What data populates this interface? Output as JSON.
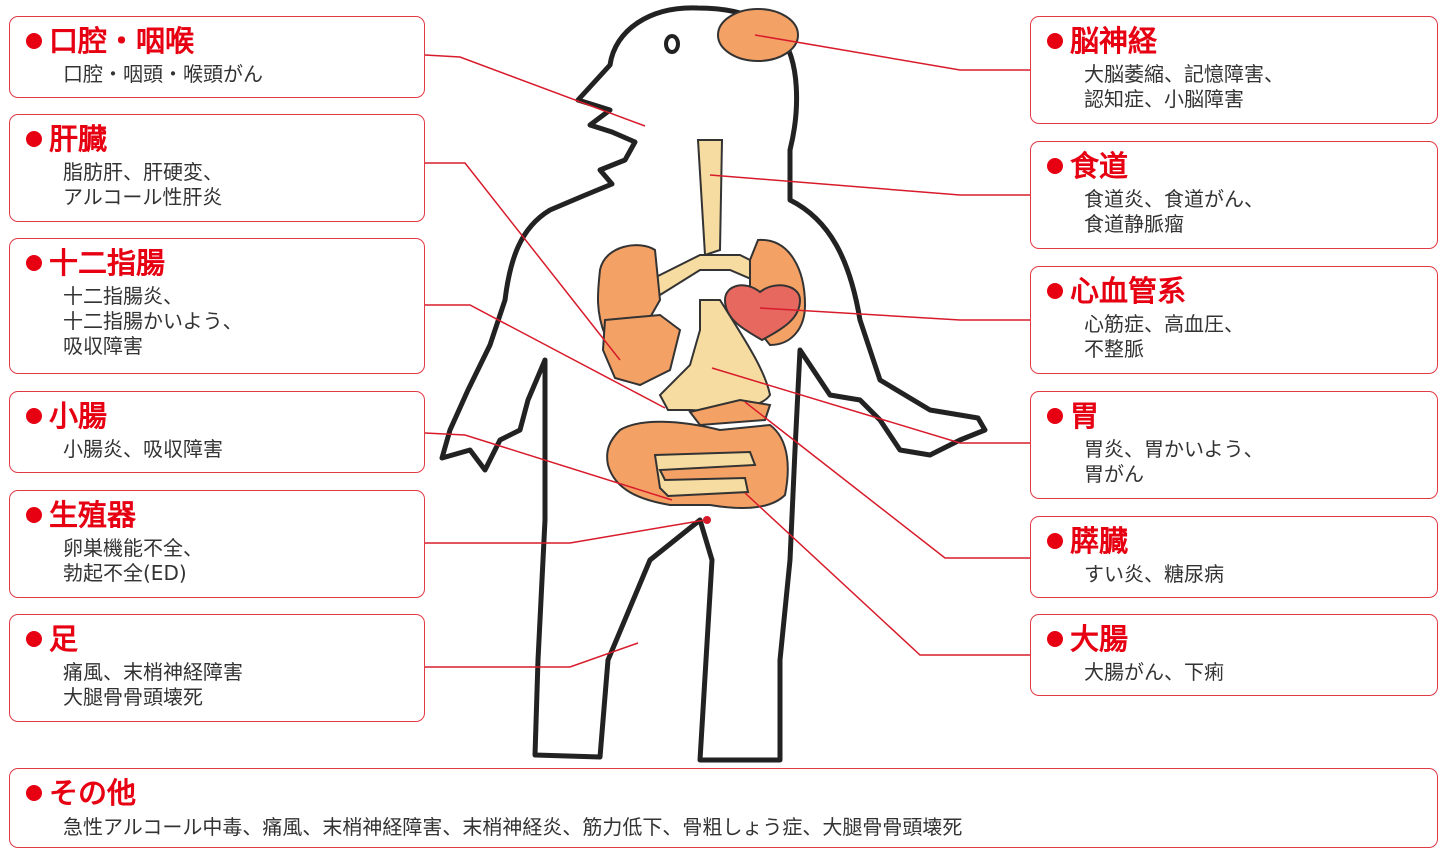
{
  "colors": {
    "accent": "#e60012",
    "frame": "#e23a45",
    "leader": "#d81b2b",
    "text": "#333333",
    "organ": "#f4a166",
    "tract": "#f6dca0",
    "heart": "#e6685f",
    "outline": "#222222"
  },
  "left_boxes": [
    {
      "title": "口腔・咽喉",
      "lines": [
        "口腔・咽頭・喉頭がん"
      ]
    },
    {
      "title": "肝臓",
      "lines": [
        "脂肪肝、肝硬変、",
        "アルコール性肝炎"
      ]
    },
    {
      "title": "十二指腸",
      "lines": [
        "十二指腸炎、",
        "十二指腸かいよう、",
        "吸収障害"
      ]
    },
    {
      "title": "小腸",
      "lines": [
        "小腸炎、吸収障害"
      ]
    },
    {
      "title": "生殖器",
      "lines": [
        "卵巣機能不全、",
        "勃起不全(ED)"
      ]
    },
    {
      "title": "足",
      "lines": [
        "痛風、末梢神経障害",
        "大腿骨骨頭壊死"
      ]
    }
  ],
  "right_boxes": [
    {
      "title": "脳神経",
      "lines": [
        "大脳萎縮、記憶障害、",
        "認知症、小脳障害"
      ]
    },
    {
      "title": "食道",
      "lines": [
        "食道炎、食道がん、",
        "食道静脈瘤"
      ]
    },
    {
      "title": "心血管系",
      "lines": [
        "心筋症、高血圧、",
        "不整脈"
      ]
    },
    {
      "title": "胃",
      "lines": [
        "胃炎、胃かいよう、",
        "胃がん"
      ]
    },
    {
      "title": "膵臓",
      "lines": [
        "すい炎、糖尿病"
      ]
    },
    {
      "title": "大腸",
      "lines": [
        "大腸がん、下痢"
      ]
    }
  ],
  "bottom_box": {
    "title": "その他",
    "lines": [
      "急性アルコール中毒、痛風、末梢神経障害、末梢神経炎、筋力低下、骨粗しょう症、大腿骨骨頭壊死"
    ]
  }
}
